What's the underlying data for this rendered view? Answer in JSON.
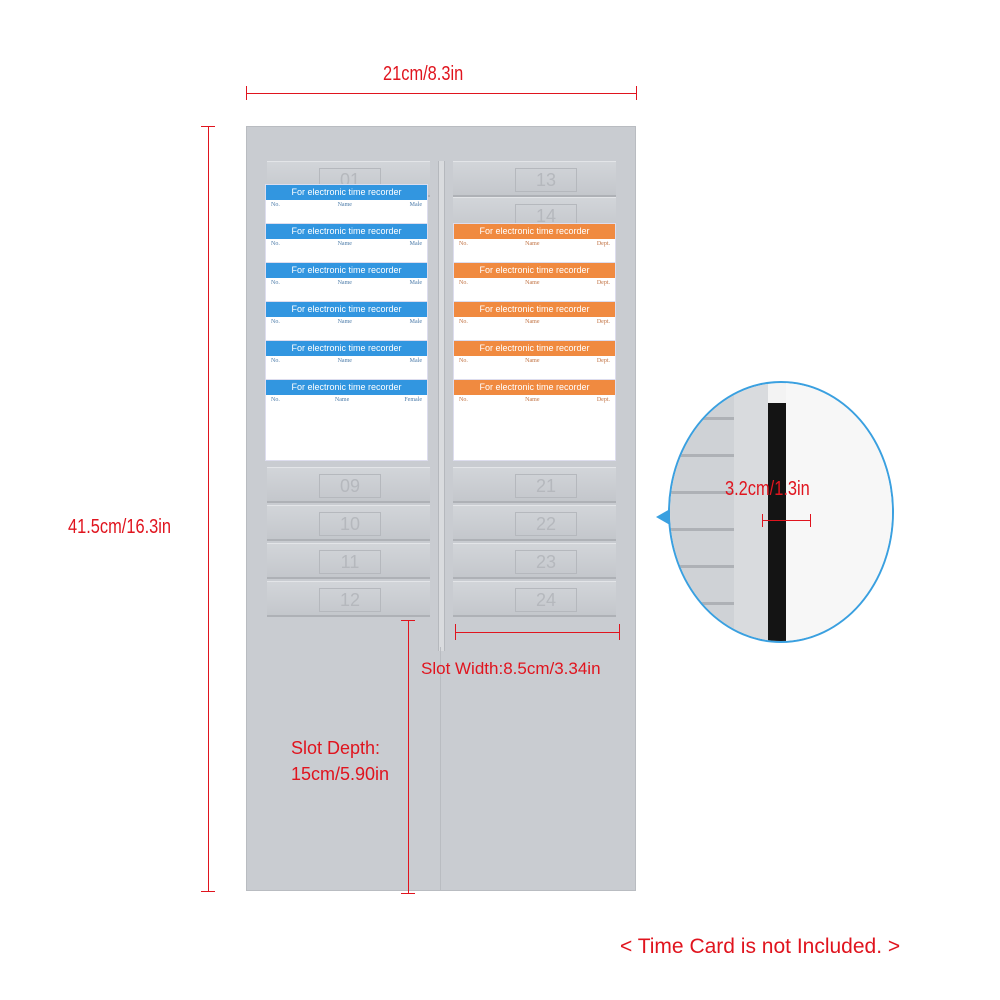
{
  "dimensions": {
    "width_label": "21cm/8.3in",
    "height_label": "41.5cm/16.3in",
    "thickness_label": "3.2cm/1.3in",
    "slot_width_label": "Slot Width:8.5cm/3.34in",
    "slot_depth_line1": "Slot Depth:",
    "slot_depth_line2": "15cm/5.90in"
  },
  "note": "< Time Card is not Included. >",
  "rack": {
    "left_slots": [
      "01",
      "09",
      "10",
      "11",
      "12"
    ],
    "right_slots": [
      "13",
      "14",
      "21",
      "22",
      "23",
      "24"
    ]
  },
  "cards": {
    "header": "For electronic time recorder",
    "name_label": "Name",
    "no_label": "No.",
    "male_label": "Male",
    "female_label": "Female",
    "dept_label": "Dept."
  },
  "colors": {
    "accent_red": "#e0141e",
    "rack_gray": "#c9ccd1",
    "card_blue": "#3296e0",
    "card_orange": "#f08a40",
    "zoom_border": "#3aa0e0"
  }
}
